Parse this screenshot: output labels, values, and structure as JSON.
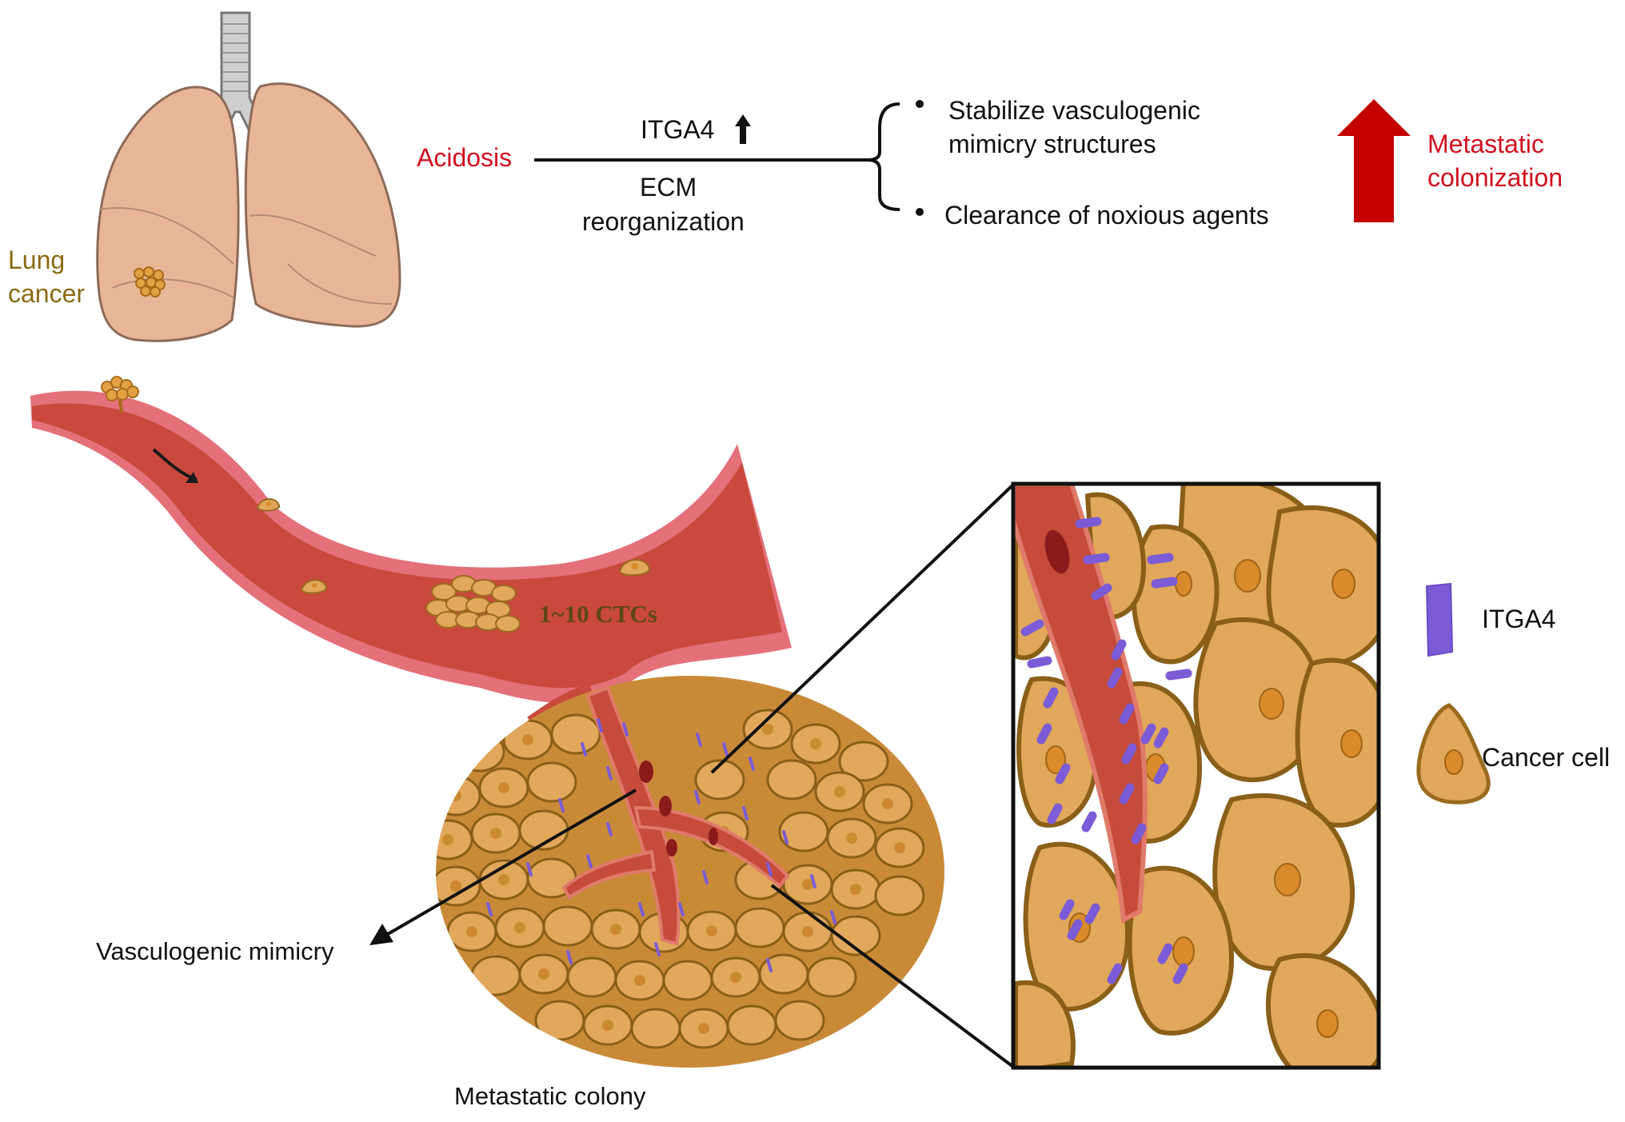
{
  "colors": {
    "acid_red": "#d0101f",
    "arrow_red": "#c40000",
    "vessel": "#c94a3c",
    "vessel_edge": "#e4707a",
    "cell_fill": "#e1a75a",
    "cell_edge": "#9a6b1e",
    "nucleus": "#d98a2a",
    "itga4": "#7b5bd6",
    "lung": "#e8b697",
    "lung_edge": "#8e6a58"
  },
  "icons": [
    "lung-icon",
    "trachea-icon",
    "tumor-icon",
    "blood-vessel-icon",
    "cancer-cell-icon",
    "itga4-marker-icon"
  ],
  "lung_label": [
    "Lung",
    "cancer"
  ],
  "pathway": {
    "trigger": "Acidosis",
    "mediator": "ITGA4",
    "mediator_arrow": "up",
    "process": [
      "ECM",
      "reorganization"
    ],
    "effects": [
      "Stabilize vasculogenic",
      "mimicry structures",
      "Clearance of noxious agents"
    ],
    "outcome": [
      "Metastatic",
      "colonization"
    ],
    "outcome_arrow": "up"
  },
  "ctc_label": "1~10 CTCs",
  "vm_label": "Vasculogenic mimicry",
  "colony_label": "Metastatic colony",
  "legend": {
    "items": [
      {
        "icon": "itga4-marker-icon",
        "label": "ITGA4"
      },
      {
        "icon": "cancer-cell-icon",
        "label": "Cancer cell"
      }
    ]
  }
}
